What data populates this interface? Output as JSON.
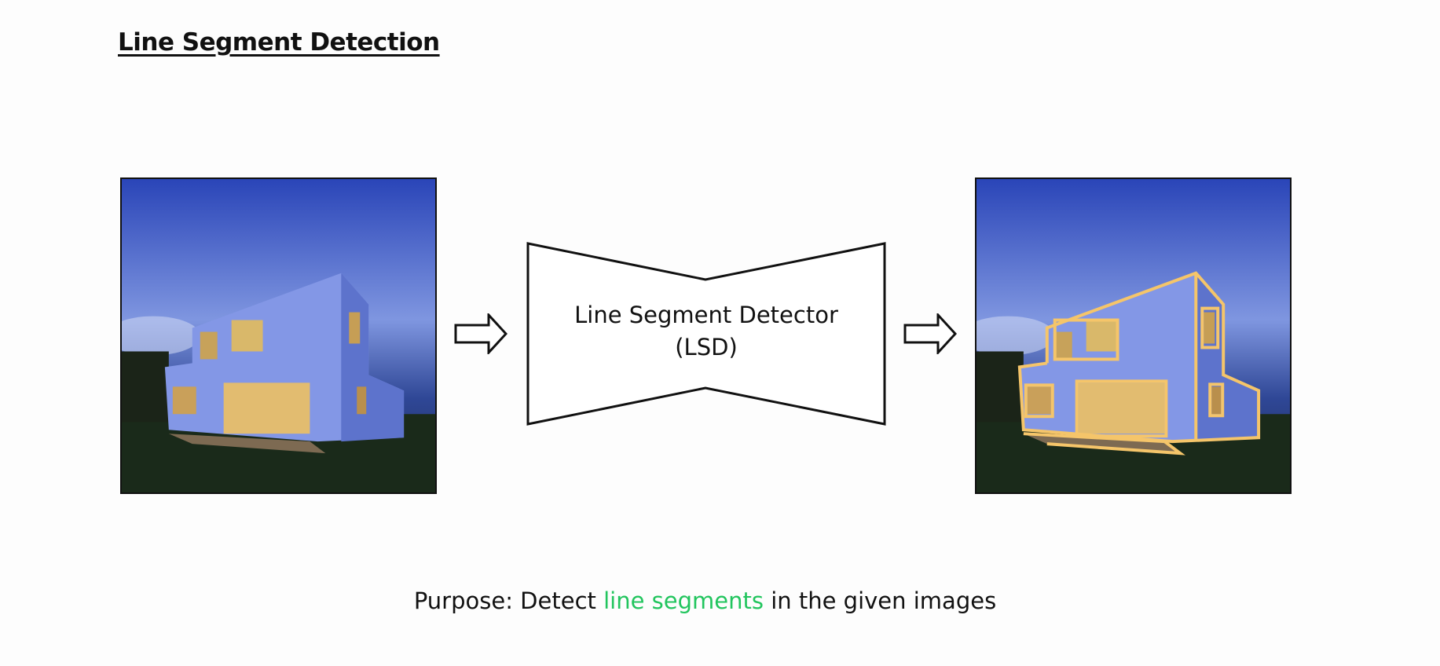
{
  "title": "Line Segment Detection",
  "detector": {
    "line1": "Line Segment Detector",
    "line2": "(LSD)"
  },
  "purpose": {
    "prefix": "Purpose: Detect ",
    "highlight": "line segments",
    "suffix": " in the given images"
  },
  "colors": {
    "highlight": "#22c55e",
    "segments": "#f5c56a"
  }
}
